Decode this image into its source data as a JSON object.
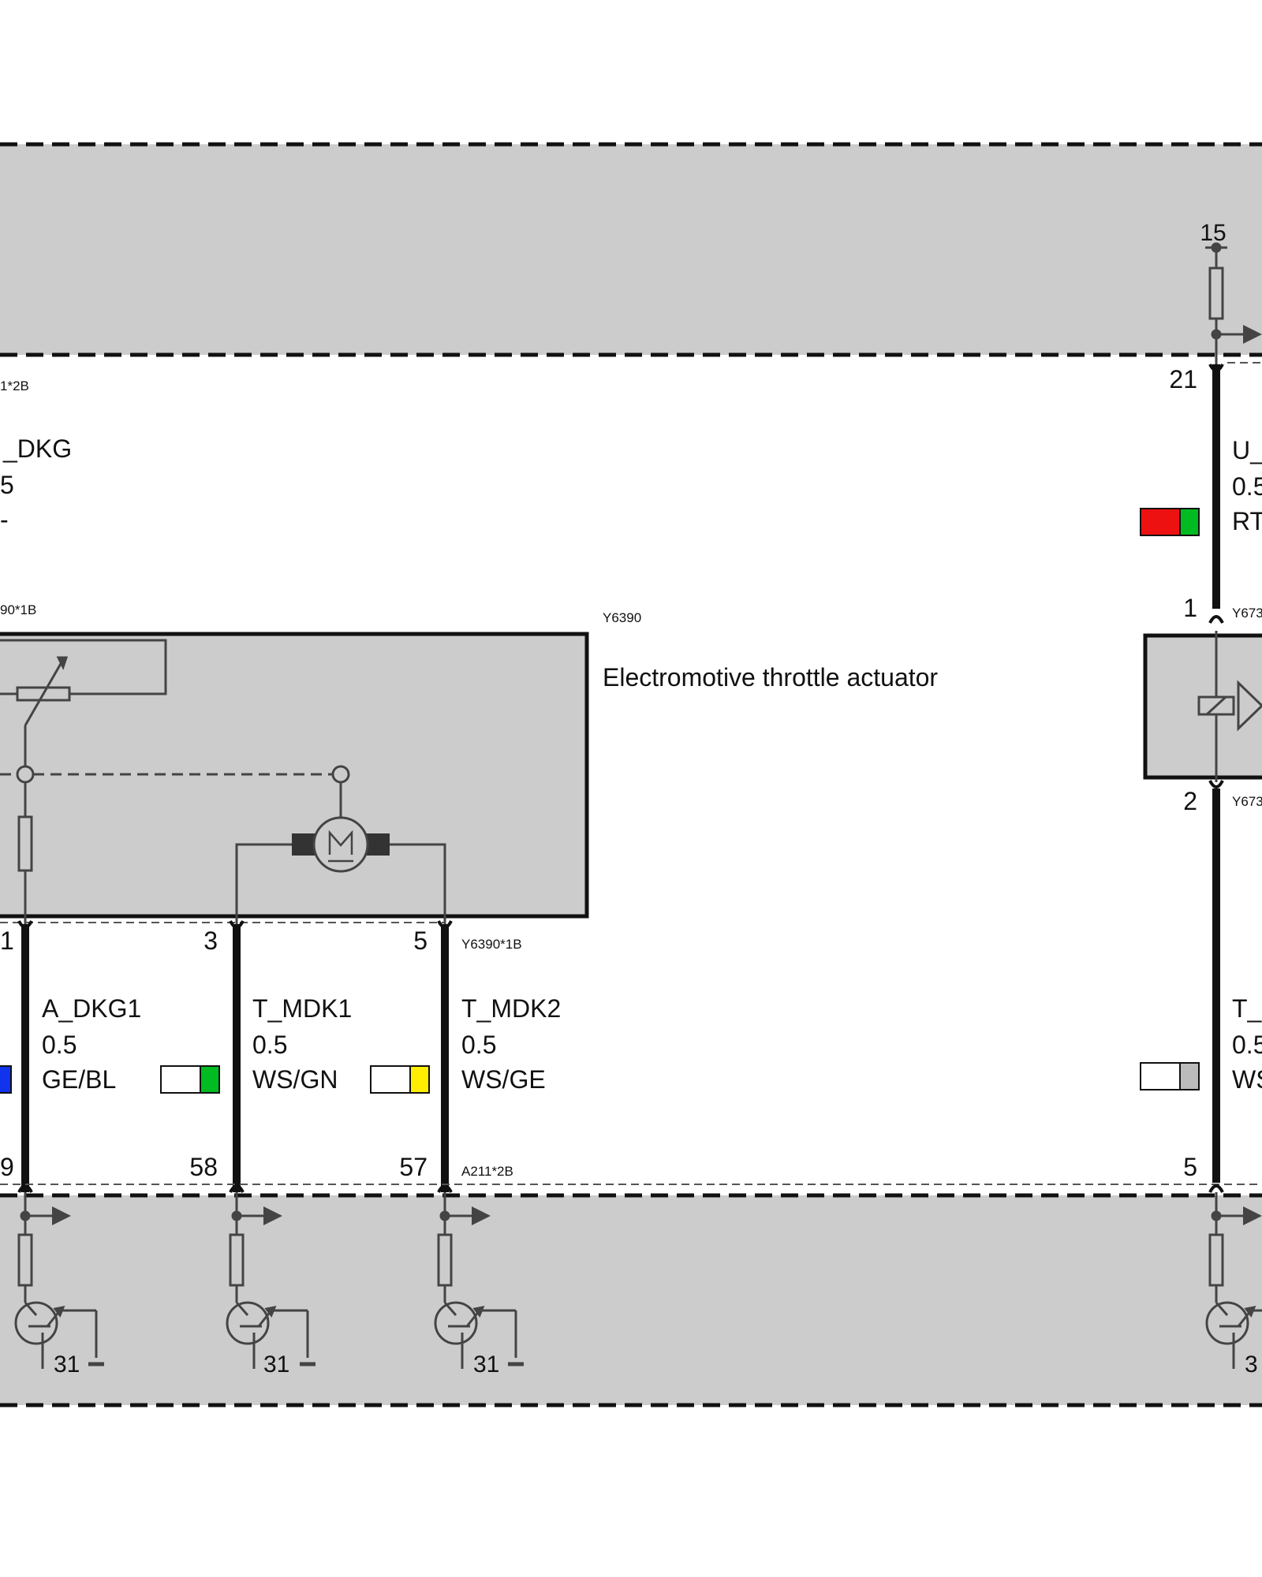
{
  "modules": {
    "top_connector_left": "1*2B",
    "mid_connector_left": "90*1B",
    "actuator_id": "Y6390",
    "actuator_title": "Electromotive throttle actuator",
    "actuator_connector_bottom": "Y6390*1B",
    "ecu_connector_bottom": "A211*2B",
    "right_top_conn_1": "Y673",
    "right_top_conn_2": "Y673"
  },
  "supply": {
    "label": "15"
  },
  "left_partial_wire": {
    "name": "_DKG",
    "size": "5",
    "color": "-"
  },
  "wires": [
    {
      "name": "A_DKG1",
      "size": "0.5",
      "color": "GE/BL",
      "pin_top": "1",
      "pin_bottom": "9",
      "swatch": [
        "#ffffff",
        "#00bb22"
      ]
    },
    {
      "name": "T_MDK1",
      "size": "0.5",
      "color": "WS/GN",
      "pin_top": "3",
      "pin_bottom": "58",
      "swatch": [
        "#ffffff",
        "#ffee00"
      ]
    },
    {
      "name": "T_MDK2",
      "size": "0.5",
      "color": "WS/GE",
      "pin_top": "5",
      "pin_bottom": "57",
      "swatch": []
    }
  ],
  "left_swatch": {
    "colors": [
      "#1133ee"
    ]
  },
  "right_wire_top": {
    "name": "U_",
    "size": "0.5",
    "color": "RT",
    "pin_top": "21",
    "pin_bottom": "1",
    "swatch": [
      "#ee1111",
      "#00bb22"
    ]
  },
  "right_wire_bottom": {
    "name": "T_",
    "size": "0.5",
    "color": "WS",
    "pin_top": "2",
    "pin_bottom": "5",
    "swatch": [
      "#ffffff",
      "#bbbbbb"
    ]
  },
  "ground": {
    "label": "31",
    "label_partial": "3"
  },
  "colors": {
    "module_fill": "#cccccc",
    "line": "#111111",
    "component": "#444444"
  }
}
